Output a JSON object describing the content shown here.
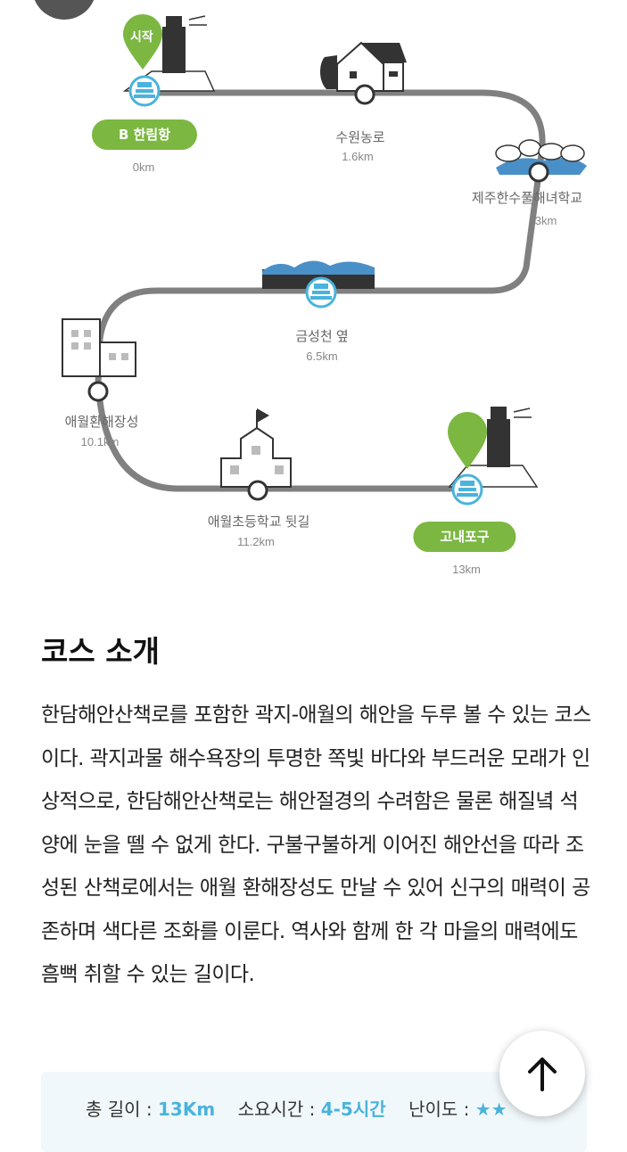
{
  "course_map": {
    "start_pin": "시작",
    "stops": [
      {
        "name": "B 한림항",
        "distance": "0km"
      },
      {
        "name": "수원농로",
        "distance": "1.6km"
      },
      {
        "name": "제주한수풀해녀학교",
        "distance": "3km"
      },
      {
        "name": "금성천 옆",
        "distance": "6.5km"
      },
      {
        "name": "애월환해장성",
        "distance": "10.1km"
      },
      {
        "name": "애월초등학교 뒷길",
        "distance": "11.2km"
      },
      {
        "name": "고내포구",
        "distance": "13km"
      }
    ]
  },
  "section": {
    "title": "코스 소개",
    "description": "한담해안산책로를 포함한 곽지-애월의 해안을 두루 볼 수 있는 코스이다. 곽지과물 해수욕장의 투명한 쪽빛 바다와 부드러운 모래가 인상적으로, 한담해안산책로는 해안절경의 수려함은 물론 해질녘 석양에 눈을 뗄 수 없게 한다. 구불구불하게 이어진 해안선을 따라 조성된 산책로에서는 애월 환해장성도 만날 수 있어 신구의 매력이 공존하며 색다른 조화를 이룬다. 역사와 함께 한 각 마을의 매력에도 흠뻑 취할 수 있는 길이다."
  },
  "info": {
    "length_label": "총 길이 : ",
    "length_value": "13Km",
    "time_label": "소요시간 : ",
    "time_value": "4-5시간",
    "difficulty_label": "난이도 : ",
    "difficulty_stars": "★★"
  },
  "colors": {
    "accent_green": "#7cb742",
    "accent_blue": "#4ab3dc",
    "route_gray": "#808080"
  },
  "icons": {
    "scroll_top": "arrow-up-icon"
  }
}
